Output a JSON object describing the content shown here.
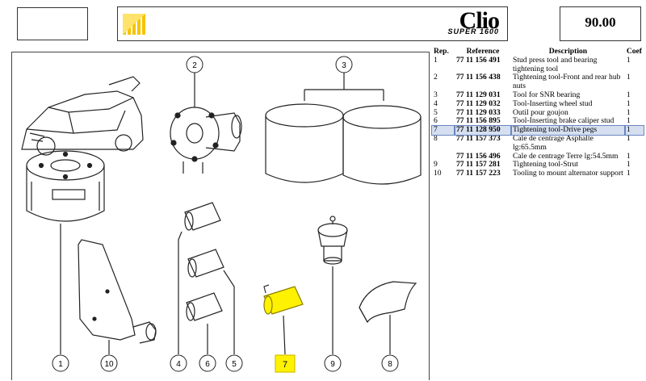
{
  "header": {
    "brand_main": "Clio",
    "brand_sub": "SUPER 1600",
    "page_number": "90.00",
    "accent_color": "#f5c400"
  },
  "table": {
    "headers": {
      "rep": "Rep.",
      "reference": "Reference",
      "description": "Description",
      "coef": "Coef"
    },
    "rows": [
      {
        "rep": "1",
        "reference": "77 11 156 491",
        "description": "Stud press tool and bearing tightening tool",
        "coef": "1"
      },
      {
        "rep": "2",
        "reference": "77 11 156 438",
        "description": "Tightening tool-Front and rear hub nuts",
        "coef": "1"
      },
      {
        "rep": "3",
        "reference": "77 11 129 031",
        "description": "Tool for SNR bearing",
        "coef": "1"
      },
      {
        "rep": "4",
        "reference": "77 11 129 032",
        "description": "Tool-Inserting wheel stud",
        "coef": "1"
      },
      {
        "rep": "5",
        "reference": "77 11 129 033",
        "description": "Outil pour goujon",
        "coef": "1"
      },
      {
        "rep": "6",
        "reference": "77 11 156 895",
        "description": "Tool-Inserting brake caliper stud",
        "coef": "1"
      },
      {
        "rep": "7",
        "reference": "77 11 128 950",
        "description": "Tightening tool-Drive pegs",
        "coef": "1",
        "highlight": true
      },
      {
        "rep": "8",
        "reference": "77 11 157 373",
        "description": "Cale de centrage Asphalte lg:65.5mm",
        "coef": "1"
      },
      {
        "rep": "",
        "reference": "77 11 156 496",
        "description": "Cale de centrage Terre lg:54.5mm",
        "coef": "1"
      },
      {
        "rep": "9",
        "reference": "77 11 157 281",
        "description": "Tightening tool-Strut",
        "coef": "1"
      },
      {
        "rep": "10",
        "reference": "77 11 157 223",
        "description": "Tooling to mount alternator support",
        "coef": "1"
      }
    ]
  },
  "callouts": {
    "c1": "1",
    "c2": "2",
    "c3": "3",
    "c4": "4",
    "c5": "5",
    "c6": "6",
    "c7": "7",
    "c8": "8",
    "c9": "9",
    "c10": "10"
  }
}
